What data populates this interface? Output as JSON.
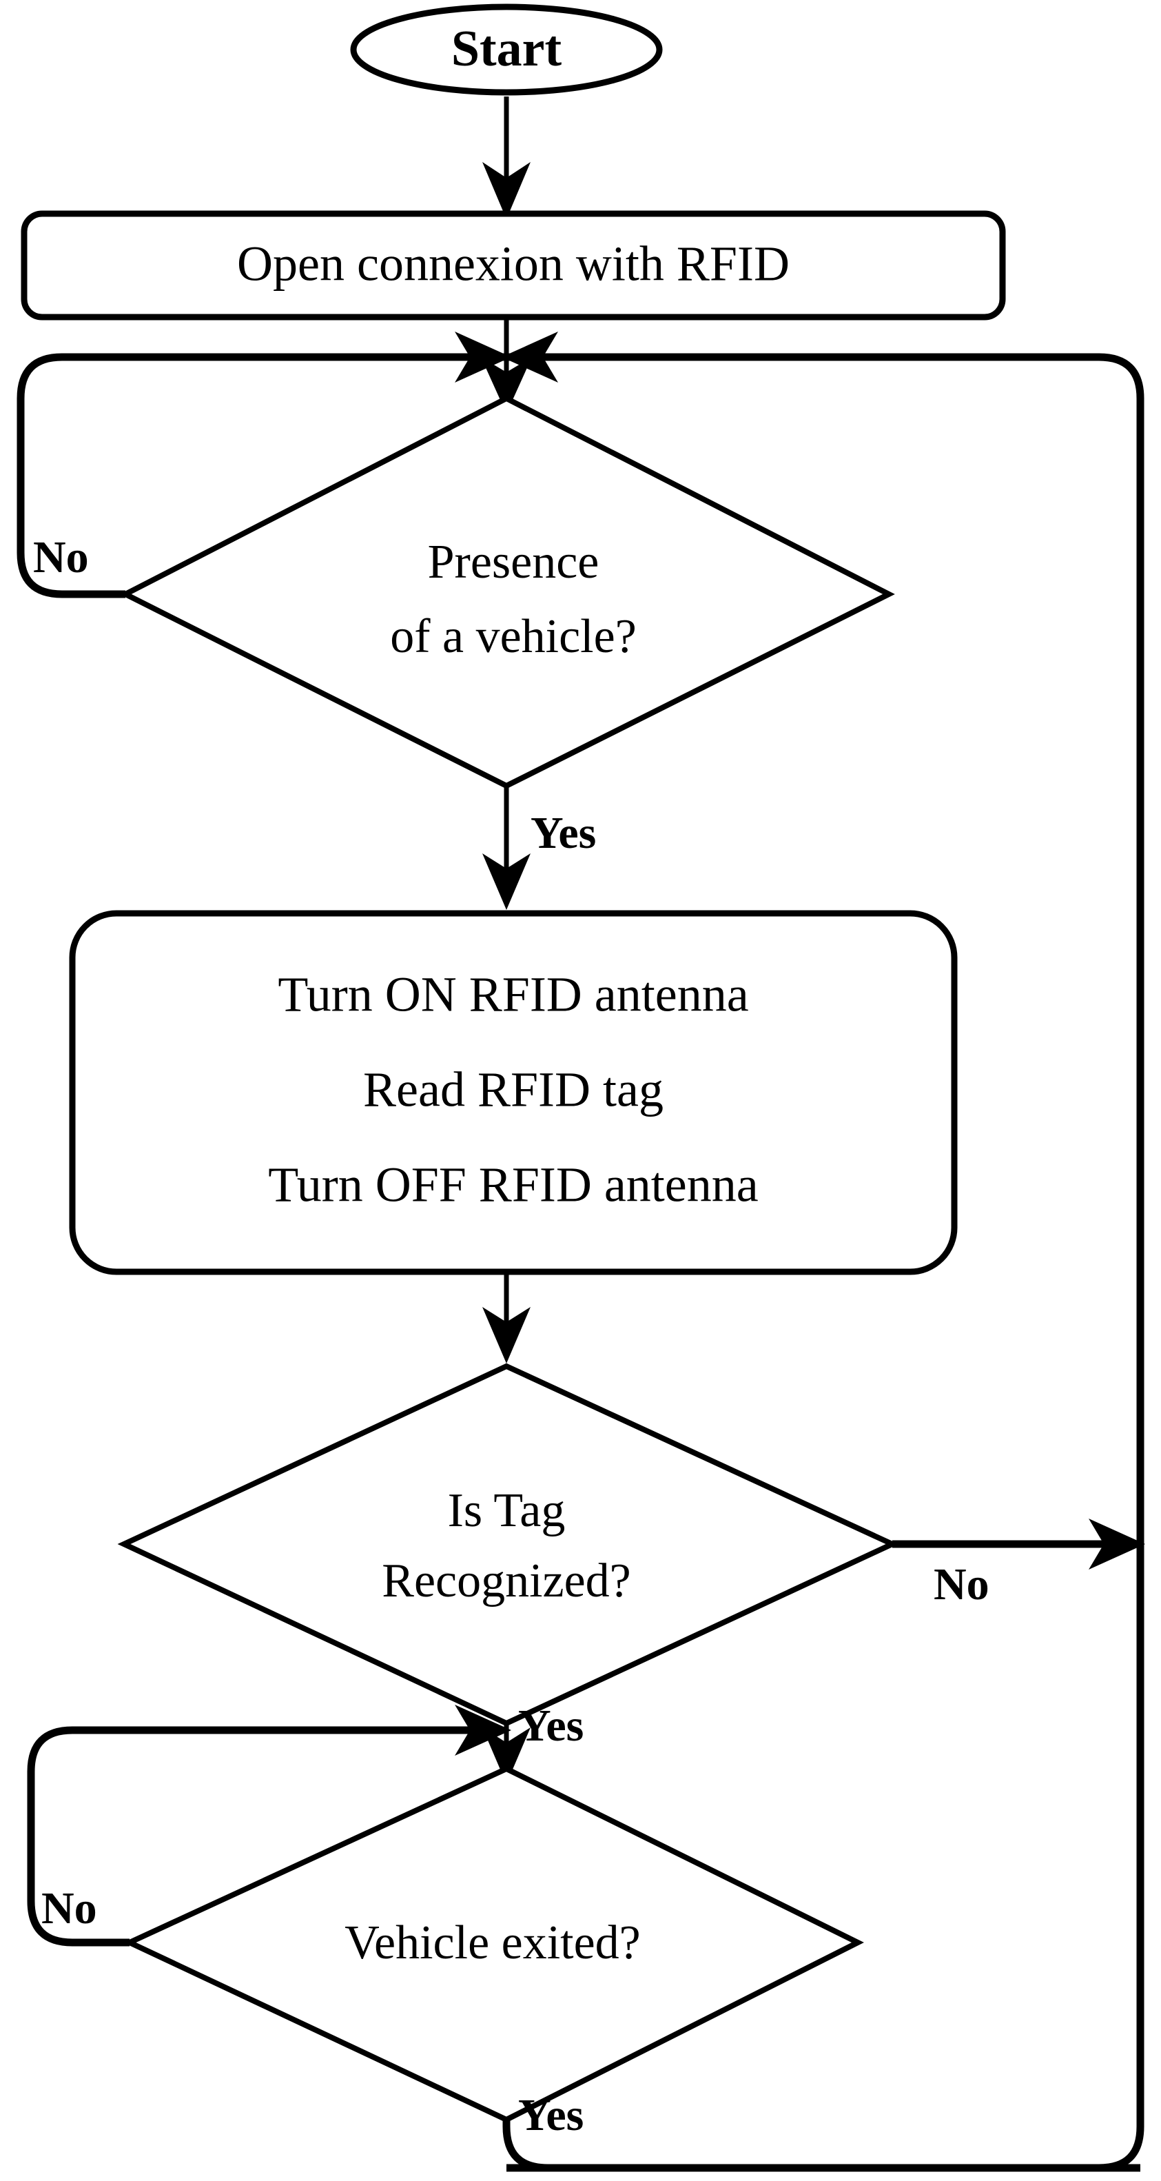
{
  "diagram": {
    "title": "RFID vehicle detection flowchart",
    "background_color": "#ffffff",
    "line_color": "#000000"
  },
  "nodes": {
    "start": {
      "type": "terminator",
      "label": "Start"
    },
    "open_connection": {
      "type": "process",
      "label": "Open connexion with RFID"
    },
    "presence_decision": {
      "type": "decision",
      "line1": "Presence",
      "line2": "of a vehicle?"
    },
    "rfid_read": {
      "type": "process",
      "line1": "Turn ON RFID antenna",
      "line2": "Read RFID tag",
      "line3": "Turn OFF RFID antenna"
    },
    "tag_decision": {
      "type": "decision",
      "line1": "Is Tag",
      "line2": "Recognized?"
    },
    "exit_decision": {
      "type": "decision",
      "line1": "Vehicle exited?"
    }
  },
  "branch_labels": {
    "presence_no": "No",
    "presence_yes": "Yes",
    "tag_no": "No",
    "tag_yes": "Yes",
    "exit_no": "No",
    "exit_yes": "Yes"
  }
}
